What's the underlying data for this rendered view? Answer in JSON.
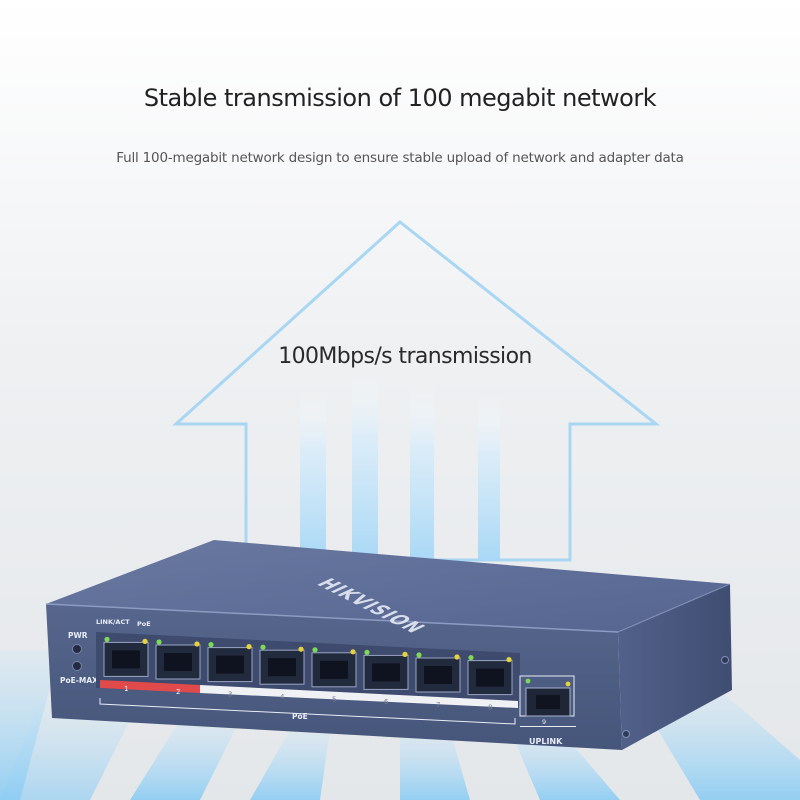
{
  "headline": "Stable transmission of 100 megabit network",
  "subline": "Full 100-megabit network design to ensure stable upload of network and adapter data",
  "arrow_label": "100Mbps/s transmission",
  "switch": {
    "brand": "HIKVISION",
    "led_labels": {
      "pwr": "PWR",
      "poe_max": "PoE-MAX",
      "link_act": "LINK/ACT",
      "poe": "PoE"
    },
    "ports": [
      {
        "number": "1",
        "highlight": true
      },
      {
        "number": "2",
        "highlight": true
      },
      {
        "number": "3",
        "highlight": false
      },
      {
        "number": "4",
        "highlight": false
      },
      {
        "number": "5",
        "highlight": false
      },
      {
        "number": "6",
        "highlight": false
      },
      {
        "number": "7",
        "highlight": false
      },
      {
        "number": "8",
        "highlight": false
      }
    ],
    "poe_group_label": "PoE",
    "uplink_number": "9",
    "uplink_label": "UPLINK"
  },
  "colors": {
    "background": "#eef0f2",
    "arrow_blue": "#9fd4f4",
    "chassis_front": "#4f5f84",
    "chassis_top": "#5d6c94",
    "highlight_red": "#e04a4a",
    "led_green": "#7ed957",
    "led_yellow": "#e6d23a"
  }
}
